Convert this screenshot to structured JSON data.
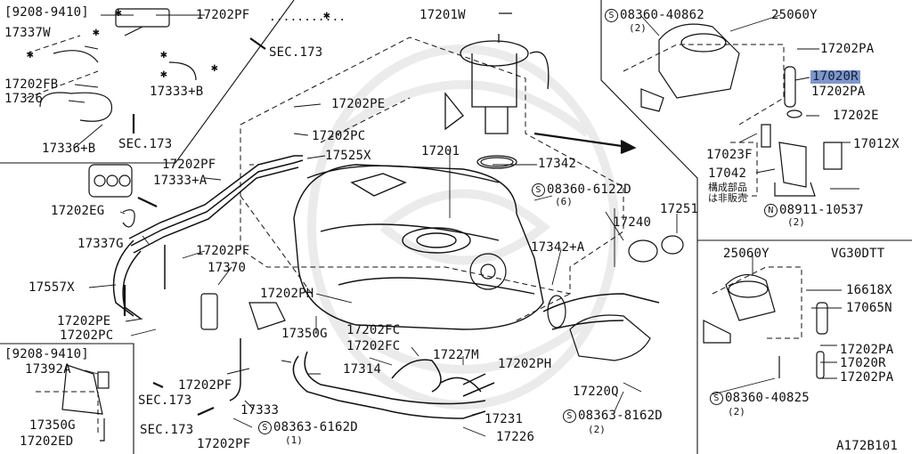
{
  "diagram": {
    "ref_code": "A172B101",
    "variant": "VG30DTT",
    "note_jp": "構成部品は非販売",
    "parts": {
      "range1": "[9208-9410]",
      "range2": "[9208-9410]",
      "p17202PF_top": "17202PF",
      "p17337W": "17337W",
      "p17202FB": "17202FB",
      "p17326": "17326",
      "p17336B": "17336+B",
      "p17333B": "17333+B",
      "sec173_a": "SEC.173",
      "sec173_b": "SEC.173",
      "sec173_c": "SEC.173",
      "sec173_d": "SEC.173",
      "p17201W": "17201W",
      "p17202PE_a": "17202PE",
      "p17202PC_a": "17202PC",
      "p17202PF_a": "17202PF",
      "p17525X": "17525X",
      "p17333A": "17333+A",
      "p17202EG": "17202EG",
      "p17337G": "17337G",
      "p17202PF_b": "17202PF",
      "p17370": "17370",
      "p17557X": "17557X",
      "p17202PE_b": "17202PE",
      "p17202PC_b": "17202PC",
      "p17202PH_a": "17202PH",
      "p17350G_a": "17350G",
      "p17392A": "17392A",
      "p17350G_b": "17350G",
      "p17202ED": "17202ED",
      "p17202PF_c": "17202PF",
      "p17333": "17333",
      "p17202PF_d": "17202PF",
      "p08363_6162D": "08363-6162D",
      "qty_08363_6162D": "(1)",
      "p17314": "17314",
      "p17202FC_a": "17202FC",
      "p17202FC_b": "17202FC",
      "p17227M": "17227M",
      "p17202PH_b": "17202PH",
      "p17231": "17231",
      "p17226": "17226",
      "p17201": "17201",
      "p17342": "17342",
      "p08360_6122D": "08360-6122D",
      "qty_08360_6122D": "(6)",
      "p17240": "17240",
      "p17251": "17251",
      "p17342A": "17342+A",
      "p17220Q": "17220Q",
      "p08363_8162D": "08363-8162D",
      "qty_08363_8162D": "(2)",
      "p08360_40862": "08360-40862",
      "qty_08360_40862": "(2)",
      "p25060Y_a": "25060Y",
      "p17202PA_a": "17202PA",
      "p17020R_a": "17020R",
      "p17202PA_b": "17202PA",
      "p17202E": "17202E",
      "p17023F": "17023F",
      "p17012X": "17012X",
      "p17042": "17042",
      "p08911_10537": "08911-10537",
      "qty_08911_10537": "(2)",
      "p25060Y_b": "25060Y",
      "p16618X": "16618X",
      "p17065N": "17065N",
      "p17202PA_c": "17202PA",
      "p17020R_b": "17020R",
      "p17202PA_d": "17202PA",
      "p08360_40825": "08360-40825",
      "qty_08360_40825": "(2)"
    }
  }
}
